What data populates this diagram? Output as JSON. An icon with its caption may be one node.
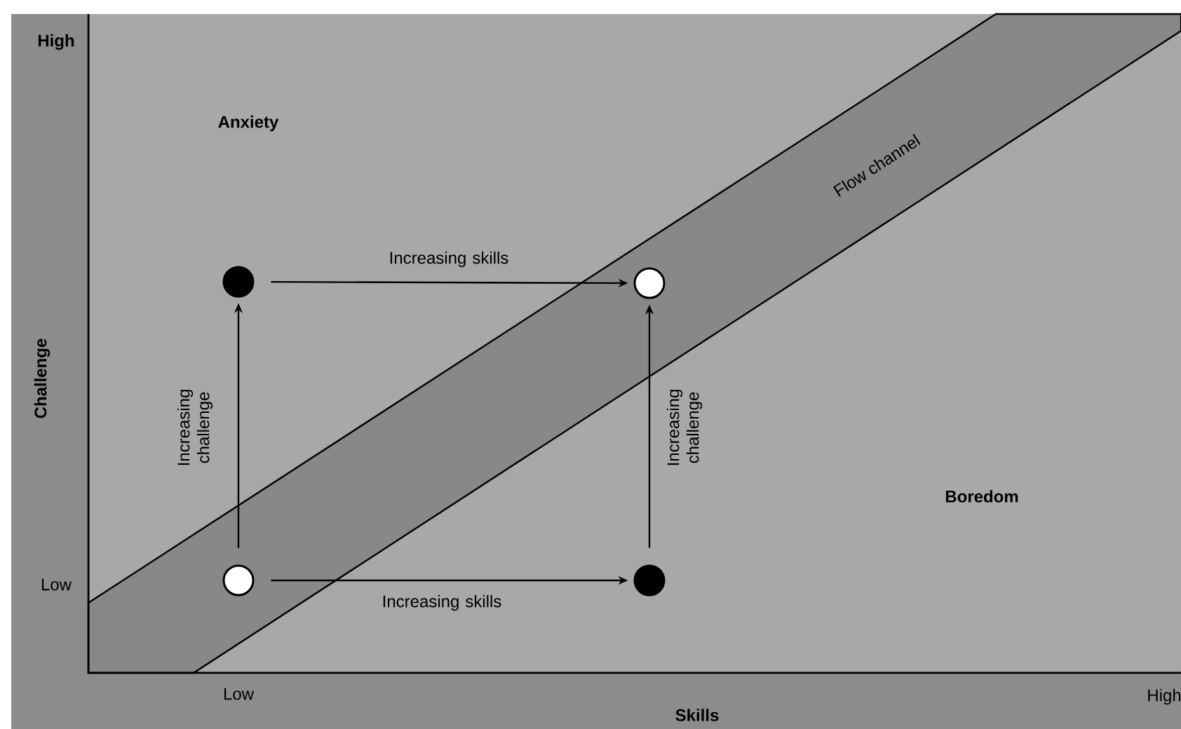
{
  "diagram": {
    "nodes": [
      {
        "text": [],
        "shape": "circle"
      },
      {
        "text": [],
        "shape": "circle"
      },
      {
        "text": [],
        "shape": "circle"
      },
      {
        "text": [],
        "shape": "circle"
      }
    ],
    "edges": [
      {
        "from": 2,
        "to": 0,
        "arrow": "to",
        "label": "Increasing challenge"
      },
      {
        "from": 0,
        "to": 1,
        "arrow": "to",
        "label": "Increasing skills"
      },
      {
        "from": 2,
        "to": 3,
        "arrow": "to",
        "label": "Increasing skills"
      },
      {
        "from": 3,
        "to": 1,
        "arrow": "to",
        "label": "Increasing challenge"
      }
    ],
    "labels": [
      "High",
      "Anxiety",
      "Flow channel",
      "Challenge",
      "Boredom",
      "Low",
      "Low",
      "Skills",
      "High"
    ]
  }
}
